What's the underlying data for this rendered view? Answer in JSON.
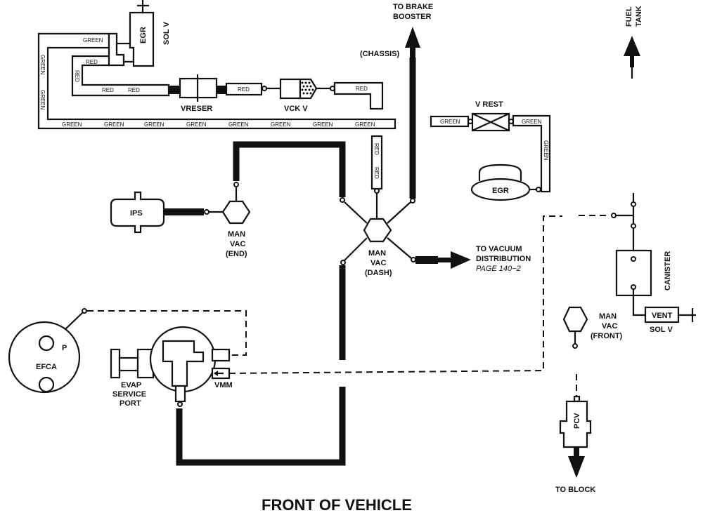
{
  "title": "FRONT OF VEHICLE",
  "hose_colors": {
    "green": "GREEN",
    "red": "RED"
  },
  "components": {
    "egr_sol_v": {
      "name": "EGR",
      "sublabel": "SOL V"
    },
    "vreser": "VRESER",
    "vck_v": "VCK V",
    "v_rest": "V REST",
    "egr_valve": "EGR",
    "ips": "IPS",
    "man_vac_end": [
      "MAN",
      "VAC",
      "(END)"
    ],
    "man_vac_dash": [
      "MAN",
      "VAC",
      "(DASH)"
    ],
    "man_vac_front": [
      "MAN",
      "VAC",
      "(FRONT)"
    ],
    "efca": {
      "name": "EFCA",
      "port": "P"
    },
    "evap_service_port": [
      "EVAP",
      "SERVICE",
      "PORT"
    ],
    "vmm": "VMM",
    "canister": "CANISTER",
    "vent_sol_v": {
      "name": "VENT",
      "sublabel": "SOL V"
    },
    "pcv": "PCV"
  },
  "destinations": {
    "brake_booster": [
      "TO BRAKE",
      "BOOSTER"
    ],
    "chassis": "(CHASSIS)",
    "fuel_tank": [
      "FUEL",
      "TANK"
    ],
    "vacuum_distribution": [
      "TO VACUUM",
      "DISTRIBUTION"
    ],
    "vacuum_distribution_ref": "PAGE 140−2",
    "block": "TO BLOCK"
  }
}
